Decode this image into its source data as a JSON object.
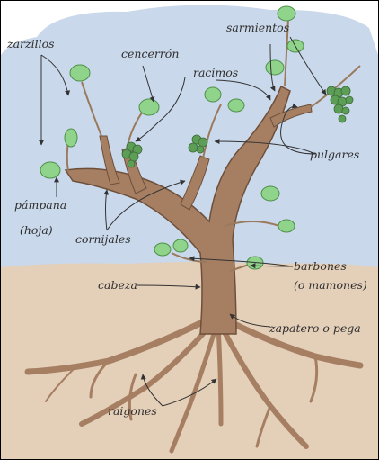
{
  "labels": {
    "zarzillos": "zarzillos",
    "sarmientos": "sarmientos",
    "cencerron": "cencerrón",
    "racimos": "racimos",
    "pulgares": "pulgares",
    "pampana": "pámpana",
    "hoja": "(hoja)",
    "cornijales": "cornijales",
    "cabeza": "cabeza",
    "barbones": "barbones",
    "mamones": "(o mamones)",
    "zapatero": "zapatero o pega",
    "raigones": "raigones"
  },
  "colors": {
    "sky": "#c9d8ea",
    "soil": "#e4cfb9",
    "wood": "#a67f63",
    "leaf": "#8fd48a",
    "grape": "#5c9e56",
    "line": "#333333"
  }
}
